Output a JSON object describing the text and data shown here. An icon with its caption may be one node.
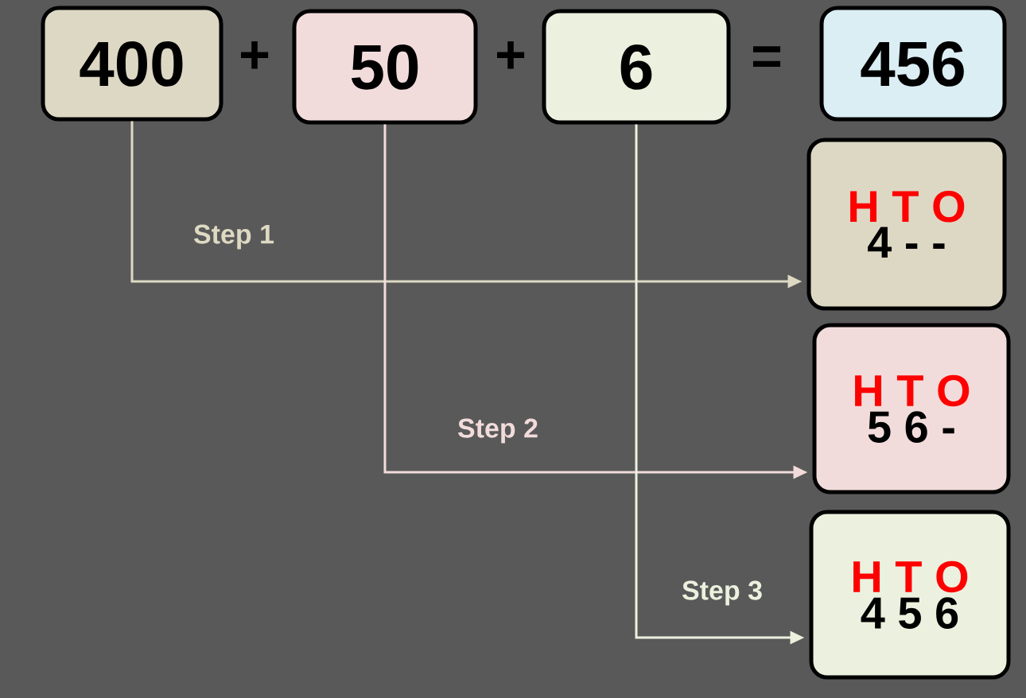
{
  "diagram": {
    "nodes": [
      {
        "text": [
          "400"
        ]
      },
      {
        "text": [
          "50"
        ]
      },
      {
        "text": [
          "6"
        ]
      },
      {
        "text": [
          "456"
        ]
      },
      {
        "text": [
          "H T O",
          "4 - -"
        ]
      },
      {
        "text": [
          "H T O",
          "5 6 -"
        ]
      },
      {
        "text": [
          "H T O",
          "4 5 6"
        ]
      }
    ],
    "edges": [
      {
        "from": 0,
        "to": 4,
        "arrow": "to",
        "label": "Step 1",
        "color": "#ddd9c3"
      },
      {
        "from": 1,
        "to": 5,
        "arrow": "to",
        "label": "Step 2",
        "color": "#f2dcdb"
      },
      {
        "from": 2,
        "to": 6,
        "arrow": "to",
        "label": "Step 3",
        "color": "#ebf1de"
      }
    ],
    "labels": [
      "+",
      "+",
      "="
    ]
  }
}
